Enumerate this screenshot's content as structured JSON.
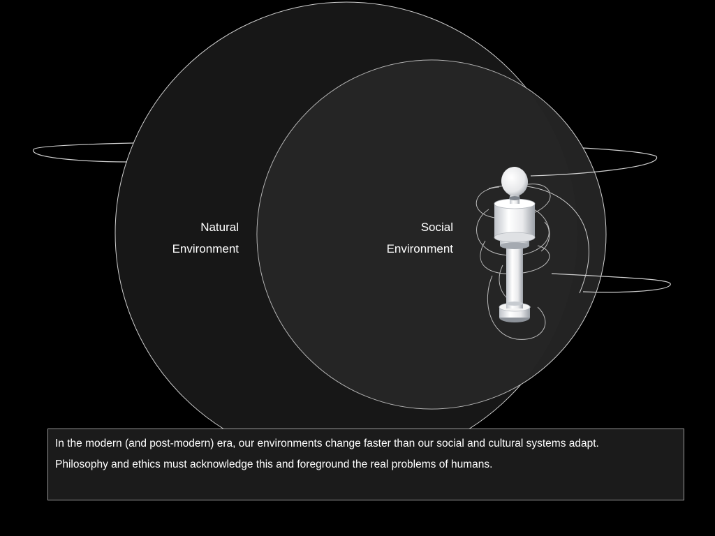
{
  "labels": {
    "natural_line1": "Natural",
    "natural_line2": "Environment",
    "social_line1": "Social",
    "social_line2": "Environment"
  },
  "caption": {
    "line1": "In the modern (and post-modern) era, our environments change faster than our social and cultural systems adapt.",
    "line2": "Philosophy and ethics must acknowledge this and foreground the real problems of humans."
  },
  "colors": {
    "background": "#000000",
    "outer_circle_fill": "#171717",
    "inner_circle_fill": "#232323",
    "stroke": "#c8c8c8",
    "text": "#ffffff"
  }
}
